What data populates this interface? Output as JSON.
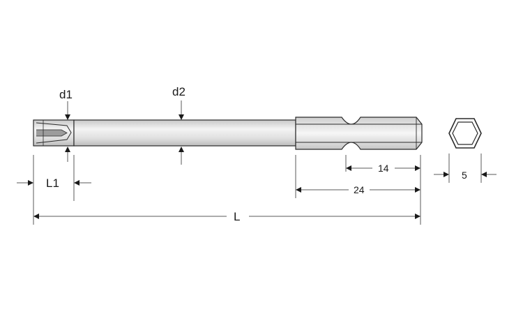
{
  "labels": {
    "d1": "d1",
    "d2": "d2",
    "L1": "L1",
    "L": "L",
    "dim_14": "14",
    "dim_24": "24",
    "dim_5": "5"
  },
  "colors": {
    "line": "#2a2a2a",
    "shaft_fill": "#e4e4e4",
    "hex_fill": "#e8e8e8"
  }
}
